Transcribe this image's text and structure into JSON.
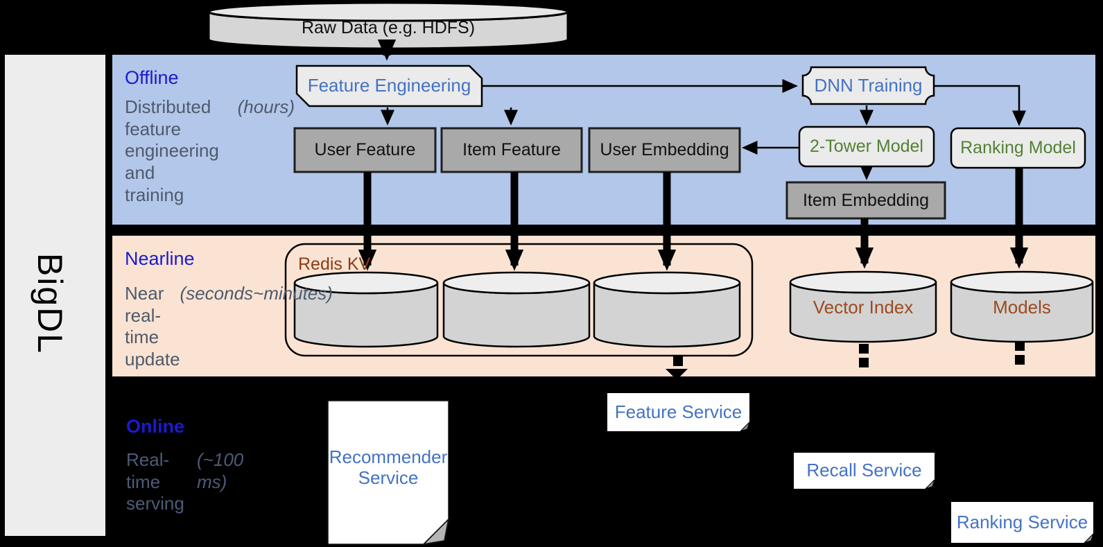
{
  "theme": {
    "bg": "#000000",
    "sidebar_bg": "#ededed",
    "offline_bg": "#b2c7e9",
    "nearline_bg": "#fae3d3",
    "lane_title": "#1a1bd0",
    "lane_desc": "#4e5a6c",
    "online_desc": "#4d5b76",
    "node_blue": "#4472c4",
    "node_green": "#538135",
    "brown_dark": "#8e3c10",
    "brown": "#9c4a1d",
    "ink": "#111111",
    "node_gray_fill": "#a9a9a9",
    "node_gray_border": "#1f1f1f",
    "node_light_fill": "#ebebeb",
    "cyl_body": "#d3d3d3",
    "cyl_top": "#eeeeee",
    "doc_fill": "#ffffff",
    "stroke": "#000000"
  },
  "sidebar": {
    "brand": "BigDL"
  },
  "lanes": {
    "offline": {
      "title": "Offline",
      "desc": "Distributed\nfeature\nengineering and\ntraining ",
      "desc_italic": "(hours)"
    },
    "nearline": {
      "title": "Nearline",
      "desc": "Near real-time\nupdate\n",
      "desc_italic": "(seconds~minutes)"
    },
    "online": {
      "title": "Online",
      "desc": "Real-time\nserving\n",
      "desc_italic": "(~100 ms)"
    }
  },
  "nodes": {
    "raw_data": "Raw Data (e.g. HDFS)",
    "feature_engineering": "Feature Engineering",
    "dnn_training": "DNN Training",
    "user_feature": "User Feature",
    "item_feature": "Item Feature",
    "user_embedding": "User Embedding",
    "two_tower_model": "2-Tower Model",
    "ranking_model": "Ranking Model",
    "item_embedding": "Item Embedding",
    "redis_kv": "Redis KV",
    "vector_index": "Vector Index",
    "models": "Models",
    "recommender_service": "Recommender Service",
    "feature_service": "Feature Service",
    "recall_service": "Recall Service",
    "ranking_service": "Ranking Service"
  }
}
